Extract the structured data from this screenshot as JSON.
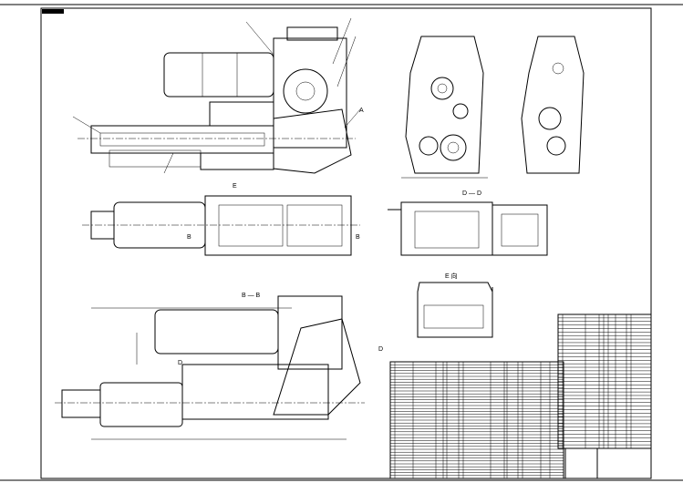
{
  "drawing": {
    "view_labels": {
      "view_e": "E",
      "section_dd": "D — D",
      "view_e_dir": "E 向",
      "section_bb": "B — B",
      "mark_b_left": "B",
      "mark_b_right": "B",
      "mark_d_left": "D",
      "mark_d_right": "D",
      "mark_a": "A"
    },
    "colors": {
      "line": "#000000",
      "background": "#ffffff"
    }
  }
}
